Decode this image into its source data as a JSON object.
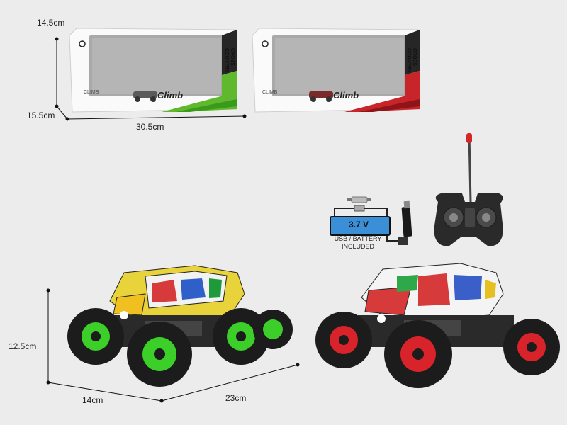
{
  "dimensions": {
    "box_height": "14.5cm",
    "box_depth": "15.5cm",
    "box_width": "30.5cm",
    "car_height": "12.5cm",
    "car_width": "14cm",
    "car_length": "23cm"
  },
  "boxes": [
    {
      "variant": "green",
      "accent": "#5fb82d",
      "brand_text": "CLIMB",
      "side_text_1": "CROSS",
      "side_text_2": "COUNTRY"
    },
    {
      "variant": "red",
      "accent": "#c8252a",
      "brand_text": "CLIMB",
      "side_text_1": "CROSS",
      "side_text_2": "COUNTRY"
    }
  ],
  "battery": {
    "voltage": "3.7 V",
    "usb_line_1": "USB / BATTERY",
    "usb_line_2": "INCLUDED",
    "color": "#3a8fd6"
  },
  "cars": [
    {
      "variant": "green",
      "wheel_color": "#3ccf2a"
    },
    {
      "variant": "red",
      "wheel_color": "#d9232a"
    }
  ],
  "icons": [
    "dimension-arrow-icon",
    "usb-cable-icon",
    "remote-controller-icon",
    "rc-car-icon",
    "battery-icon"
  ]
}
